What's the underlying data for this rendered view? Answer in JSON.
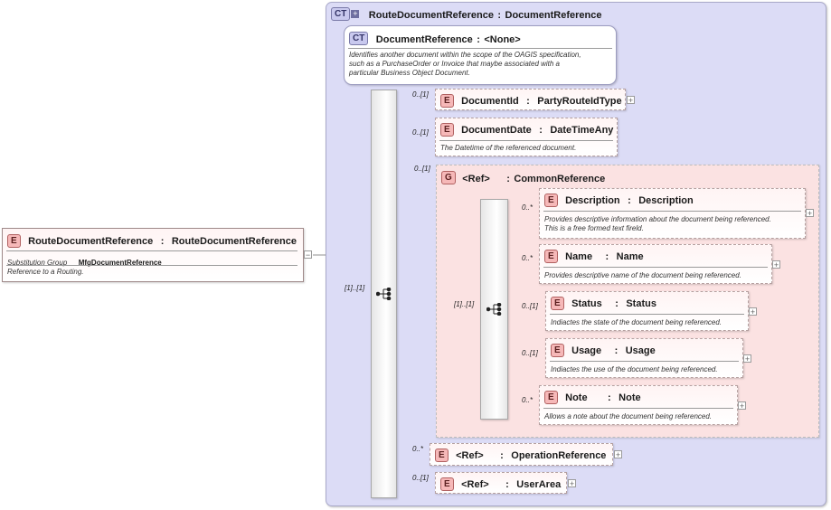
{
  "root": {
    "badge": "E",
    "name": "RouteDocumentReference",
    "type": "RouteDocumentReference",
    "subst_label": "Substitution Group",
    "subst_value": "MfgDocumentReference",
    "doc": "Reference to a Routing.",
    "collapse": "−"
  },
  "complex_type": {
    "badge": "CT",
    "name": "RouteDocumentReference",
    "base": "DocumentReference"
  },
  "base_type": {
    "badge": "CT",
    "name": "DocumentReference",
    "type": "<None>",
    "doc_lines": [
      "Identifies another document within the scope of the OAGIS specification,",
      "such as a PurchaseOrder or Invoice that maybe associated with a",
      "particular Business Object Document."
    ]
  },
  "outer_sequence": {
    "card": "[1]..[1]"
  },
  "elements": {
    "document_id": {
      "badge": "E",
      "name": "DocumentId",
      "type": "PartyRouteIdType",
      "card": "0..[1]",
      "expand": "+"
    },
    "document_date": {
      "badge": "E",
      "name": "DocumentDate",
      "type": "DateTimeAny",
      "card": "0..[1]",
      "doc": "The Datetime of the referenced document."
    },
    "common_reference": {
      "badge": "G",
      "name": "<Ref>",
      "type": "CommonReference",
      "card": "0..[1]"
    },
    "operation_reference": {
      "badge": "E",
      "name": "<Ref>",
      "type": "OperationReference",
      "card": "0..*",
      "expand": "+"
    },
    "user_area": {
      "badge": "E",
      "name": "<Ref>",
      "type": "UserArea",
      "card": "0..[1]",
      "expand": "+"
    }
  },
  "inner_sequence": {
    "card": "[1]..[1]"
  },
  "group_items": [
    {
      "badge": "E",
      "name": "Description",
      "type": "Description",
      "card": "0..*",
      "expand": "+",
      "doc_lines": [
        "Provides descriptive information about the document being referenced.",
        "This is a free formed text fireld."
      ]
    },
    {
      "badge": "E",
      "name": "Name",
      "type": "Name",
      "card": "0..*",
      "expand": "+",
      "doc_lines": [
        "Provides descriptive name of the document being referenced."
      ]
    },
    {
      "badge": "E",
      "name": "Status",
      "type": "Status",
      "card": "0..[1]",
      "expand": "+",
      "doc_lines": [
        "Indiactes the state of the document being referenced."
      ]
    },
    {
      "badge": "E",
      "name": "Usage",
      "type": "Usage",
      "card": "0..[1]",
      "expand": "+",
      "doc_lines": [
        "Indiactes the use of the document being referenced."
      ]
    },
    {
      "badge": "E",
      "name": "Note",
      "type": "Note",
      "card": "0..*",
      "expand": "+",
      "doc_lines": [
        "Allows a note about the document being referenced."
      ]
    }
  ],
  "separator": ":"
}
